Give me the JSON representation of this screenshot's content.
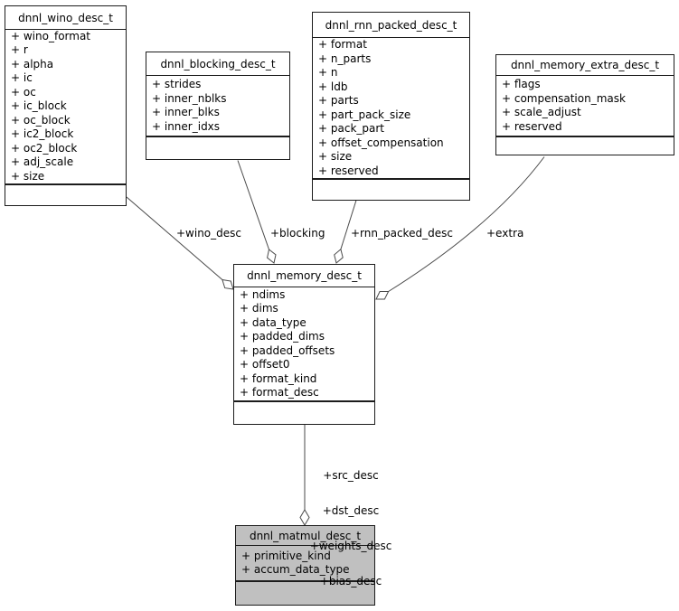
{
  "diagram": {
    "classes": [
      {
        "id": "wino",
        "title": "dnnl_wino_desc_t",
        "fields": [
          "+ wino_format",
          "+ r",
          "+ alpha",
          "+ ic",
          "+ oc",
          "+ ic_block",
          "+ oc_block",
          "+ ic2_block",
          "+ oc2_block",
          "+ adj_scale",
          "+ size"
        ]
      },
      {
        "id": "blocking",
        "title": "dnnl_blocking_desc_t",
        "fields": [
          "+ strides",
          "+ inner_nblks",
          "+ inner_blks",
          "+ inner_idxs"
        ]
      },
      {
        "id": "rnn",
        "title": "dnnl_rnn_packed_desc_t",
        "fields": [
          "+ format",
          "+ n_parts",
          "+ n",
          "+ ldb",
          "+ parts",
          "+ part_pack_size",
          "+ pack_part",
          "+ offset_compensation",
          "+ size",
          "+ reserved"
        ]
      },
      {
        "id": "extra",
        "title": "dnnl_memory_extra_desc_t",
        "fields": [
          "+ flags",
          "+ compensation_mask",
          "+ scale_adjust",
          "+ reserved"
        ]
      },
      {
        "id": "memory",
        "title": "dnnl_memory_desc_t",
        "fields": [
          "+ ndims",
          "+ dims",
          "+ data_type",
          "+ padded_dims",
          "+ padded_offsets",
          "+ offset0",
          "+ format_kind",
          "+ format_desc"
        ]
      },
      {
        "id": "matmul",
        "title": "dnnl_matmul_desc_t",
        "fields": [
          "+ primitive_kind",
          "+ accum_data_type"
        ],
        "highlighted": true
      }
    ],
    "edges": [
      {
        "from": "dnnl_wino_desc_t",
        "to": "dnnl_memory_desc_t",
        "label": "+wino_desc"
      },
      {
        "from": "dnnl_blocking_desc_t",
        "to": "dnnl_memory_desc_t",
        "label": "+blocking"
      },
      {
        "from": "dnnl_rnn_packed_desc_t",
        "to": "dnnl_memory_desc_t",
        "label": "+rnn_packed_desc"
      },
      {
        "from": "dnnl_memory_extra_desc_t",
        "to": "dnnl_memory_desc_t",
        "label": "+extra"
      },
      {
        "from": "dnnl_memory_desc_t",
        "to": "dnnl_matmul_desc_t",
        "label_lines": [
          "+src_desc",
          "+dst_desc",
          "+weights_desc",
          "+bias_desc"
        ]
      }
    ],
    "colors": {
      "highlight_fill": "#c0c0c0",
      "box_fill": "#ffffff",
      "border": "#1c1c1c",
      "edge": "#4a4a4a"
    }
  }
}
